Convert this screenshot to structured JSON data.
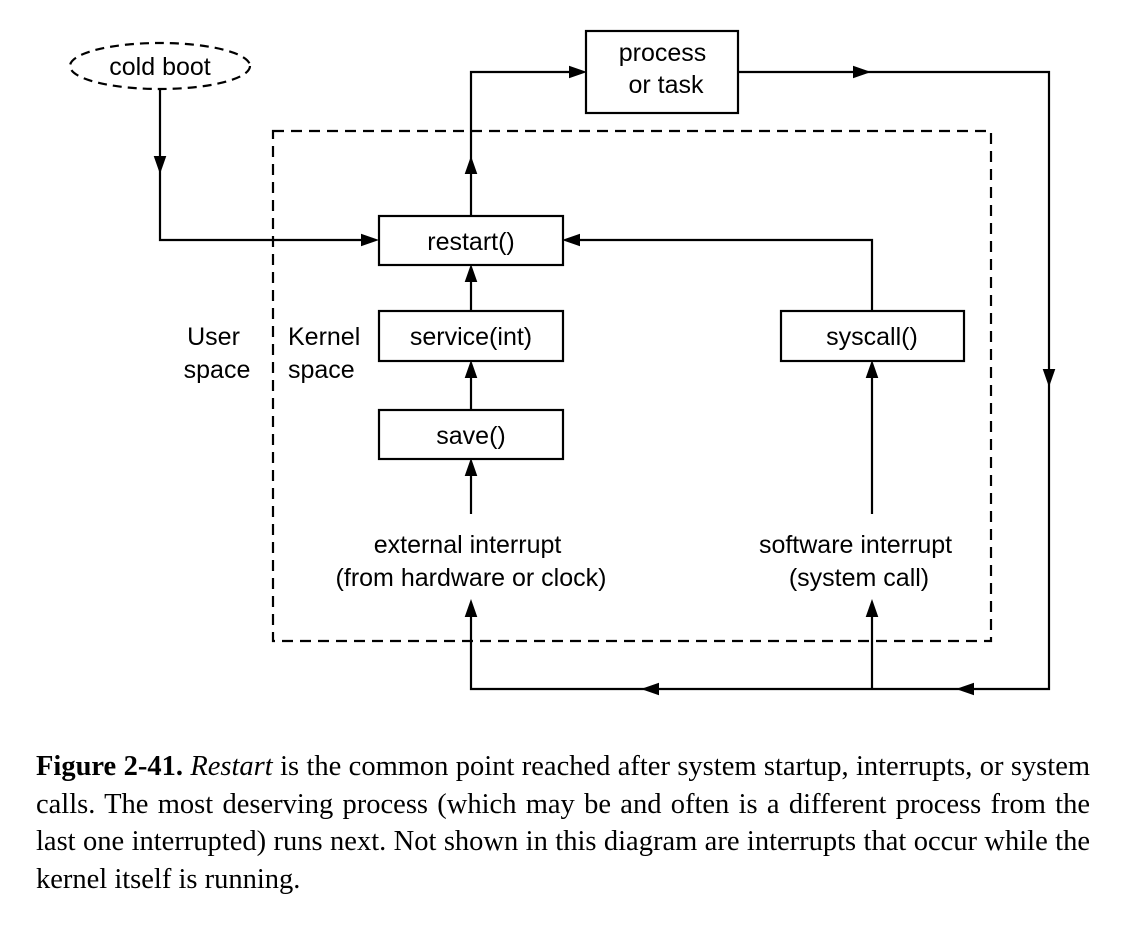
{
  "diagram": {
    "nodes": {
      "cold_boot": "cold boot",
      "process_task": [
        "process",
        "or task"
      ],
      "restart": "restart()",
      "service": "service(int)",
      "save": "save()",
      "syscall": "syscall()"
    },
    "labels": {
      "user_space": [
        "User",
        "space"
      ],
      "kernel_space": [
        "Kernel",
        "space"
      ],
      "external_interrupt": [
        "external interrupt",
        "(from hardware or clock)"
      ],
      "software_interrupt": [
        "software interrupt",
        "(system call)"
      ]
    }
  },
  "caption": {
    "figure_number": "Figure 2-41.",
    "emphasis": "Restart",
    "text": "is the common point reached after system startup, interrupts, or system calls.  The most deserving process (which may be and often is a different process from the last one interrupted) runs next. Not shown in this diagram are interrupts that occur while the kernel itself is running."
  }
}
